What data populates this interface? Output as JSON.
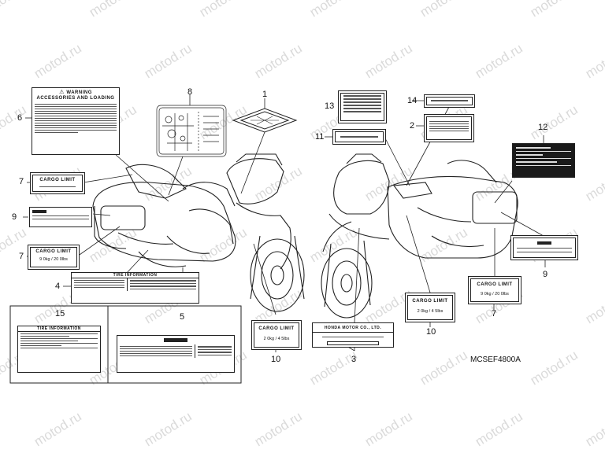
{
  "watermark": "motod.ru",
  "diagram_code": "MCSEF4800A",
  "callouts": [
    "1",
    "2",
    "3",
    "4",
    "5",
    "6",
    "7",
    "8",
    "9",
    "10",
    "11",
    "12",
    "13",
    "14",
    "15"
  ],
  "labels": {
    "warning_title": "WARNING",
    "warning_subtitle": "ACCESSORIES AND LOADING",
    "cargo_limit": "CARGO LIMIT",
    "cargo_small": "2 0kg / 4 5lbs",
    "cargo_large": "9 0kg / 20 0lbs",
    "honda_motor": "HONDA MOTOR CO., LTD.",
    "tire_information": "TIRE INFORMATION"
  }
}
